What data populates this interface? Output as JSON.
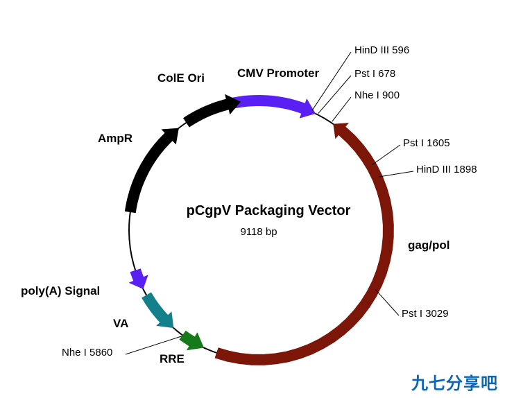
{
  "plasmid": {
    "name": "pCgpV Packaging Vector",
    "size": "9118 bp"
  },
  "features": [
    {
      "id": "cmv",
      "label": "CMV Promoter",
      "color": "#5a1ff2"
    },
    {
      "id": "gagpol",
      "label": "gag/pol",
      "color": "#7c1608"
    },
    {
      "id": "rre",
      "label": "RRE",
      "color": "#157a1a"
    },
    {
      "id": "va",
      "label": "VA",
      "color": "#127f8a"
    },
    {
      "id": "polya",
      "label": "poly(A) Signal",
      "color": "#5a1ff2"
    },
    {
      "id": "ampr",
      "label": "AmpR",
      "color": "#000000"
    },
    {
      "id": "colei",
      "label": "ColE Ori",
      "color": "#000000"
    }
  ],
  "sites": [
    {
      "id": "hind596",
      "label": "HinD III 596"
    },
    {
      "id": "pst678",
      "label": "Pst I 678"
    },
    {
      "id": "nhe900",
      "label": "Nhe I 900"
    },
    {
      "id": "pst1605",
      "label": "Pst I 1605"
    },
    {
      "id": "hind1898",
      "label": "HinD III 1898"
    },
    {
      "id": "pst3029",
      "label": "Pst I 3029"
    },
    {
      "id": "nhe5860",
      "label": "Nhe I 5860"
    }
  ],
  "watermark": "九七分享吧"
}
